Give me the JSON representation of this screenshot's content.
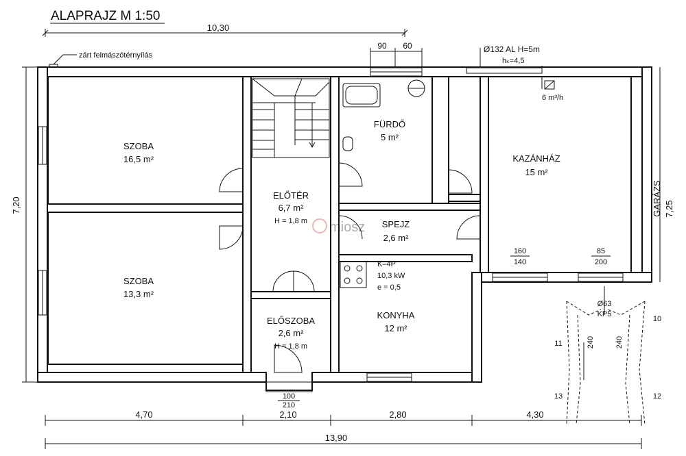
{
  "title": "ALAPRAJZ  M 1:50",
  "notes": {
    "roof_hatch": "zárt felmászótérnyílás",
    "flue": "Ø132 AL H=5m",
    "flue_hk": "hₖ=4,5",
    "vent_rate": "6 m³/h",
    "boiler_model": "K–4P",
    "boiler_power": "10,3 kW",
    "boiler_e": "e = 0,5",
    "vent_duct": "Ø63",
    "vent_code": "KP5",
    "watermark": "miosz"
  },
  "rooms": [
    {
      "name": "SZOBA",
      "area": "16,5 m²"
    },
    {
      "name": "SZOBA",
      "area": "13,3 m²"
    },
    {
      "name": "ELŐTÉR",
      "area": "6,7 m²",
      "height": "H = 1,8 m"
    },
    {
      "name": "ELŐSZOBA",
      "area": "2,6 m²",
      "height": "H = 1,8 m"
    },
    {
      "name": "FÜRDŐ",
      "area": "5 m²"
    },
    {
      "name": "SPEJZ",
      "area": "2,6 m²"
    },
    {
      "name": "KONYHA",
      "area": "12 m²"
    },
    {
      "name": "KAZÁNHÁZ",
      "area": "15 m²"
    },
    {
      "name": "GARÁZS"
    }
  ],
  "dimensions": {
    "top_total": "10,30",
    "top_window_a": "90",
    "top_window_b": "60",
    "left_height": "7,20",
    "right_height": "7,25",
    "bottom_segments": [
      "4,70",
      "2,10",
      "2,80",
      "4,30"
    ],
    "bottom_total": "13,90",
    "entry_door_w": "100",
    "entry_door_h": "210",
    "window_a_w": "160",
    "window_a_h": "140",
    "window_b_w": "85",
    "window_b_h": "200",
    "garage_labels": [
      "10",
      "11",
      "12",
      "13",
      "240",
      "240"
    ]
  }
}
